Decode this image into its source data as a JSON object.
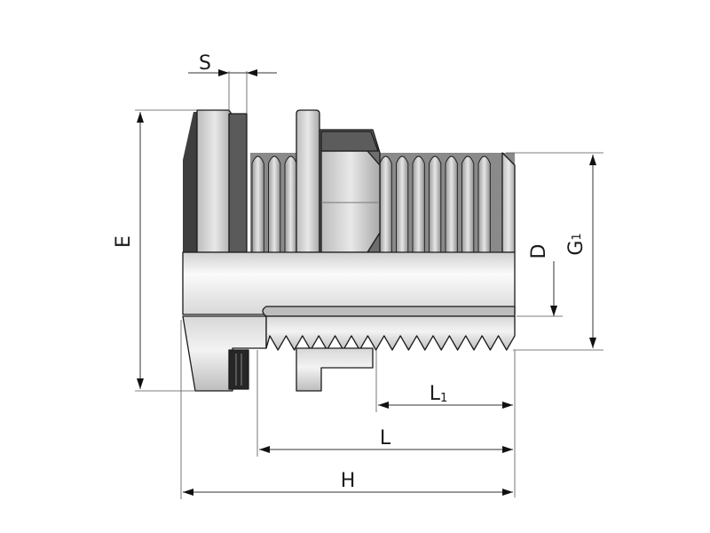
{
  "labels": {
    "S": "S",
    "E": "E",
    "D": "D",
    "G1_main": "G",
    "G1_sub": "1",
    "L1_main": "L",
    "L1_sub": "1",
    "L": "L",
    "H": "H"
  },
  "colors": {
    "metal_light": "#e4e4e4",
    "metal_mid": "#c6c6c6",
    "metal_dark": "#8a8a8a",
    "shadow": "#4a4a4a",
    "seal": "#2a2a2a",
    "line": "#1a1a1a"
  }
}
